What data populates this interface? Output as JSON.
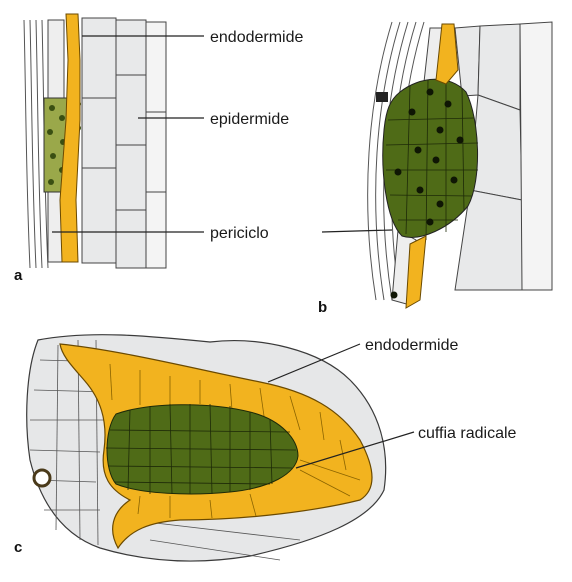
{
  "colors": {
    "endodermis": "#f2b31f",
    "primordium": "#4f6b17",
    "primordium_light": "#9aa84a",
    "cortex": "#e8e9ea",
    "outline": "#3a3a3a",
    "leader": "#222222"
  },
  "labels": {
    "endodermide_a": "endodermide",
    "epidermide": "epidermide",
    "periciclo": "periciclo",
    "endodermide_c": "endodermide",
    "cuffia": "cuffia radicale"
  },
  "panels": {
    "a": "a",
    "b": "b",
    "c": "c"
  }
}
